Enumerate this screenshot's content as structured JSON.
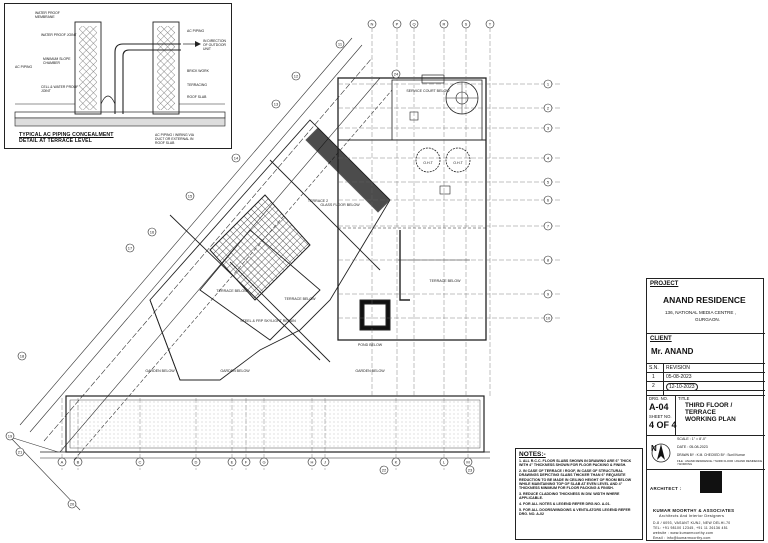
{
  "detail": {
    "title_line1": "TYPICAL AC PIPING CONCEALMENT",
    "title_line2": "DETAIL AT TERRACE LEVEL",
    "labels": [
      "WATER PROOF MEMBRANE",
      "WATER PROOF JOINT",
      "AC PIPING",
      "MINIMUM SLOPE CHAMBER",
      "CELL & WATER PROOF JOINT",
      "BRICK WORK",
      "TERRACING",
      "ROOF SLAB",
      "AC PIPING",
      "IN DIRECTION OF OUTDOOR UNIT",
      "AC PIPING / WIRING VIA DUCT OR EXTERNAL IN ROOF SLAB"
    ]
  },
  "plan": {
    "room_labels": [
      "SERVICE COURT BELOW",
      "O.H.T",
      "O.H.T",
      "TERRACE BELOW",
      "TERRACE BELOW",
      "TERRACE BELOW",
      "GARDEN BELOW",
      "GARDEN BELOW",
      "GARDEN BELOW",
      "POND BELOW",
      "TERRACE 2",
      "GLASS FLOOR BELOW",
      "STEEL & FRP SKYLIGHT RETAIN"
    ],
    "grid_markers": [
      "A",
      "B",
      "C",
      "D",
      "E",
      "F",
      "G",
      "H",
      "J",
      "K",
      "L",
      "M",
      "N",
      "P",
      "Q",
      "R",
      "S",
      "T",
      "1",
      "2",
      "3",
      "4",
      "5",
      "6",
      "7",
      "8",
      "9",
      "10",
      "11",
      "12",
      "13",
      "14",
      "15",
      "16",
      "17",
      "18",
      "19",
      "20",
      "21",
      "22",
      "23",
      "24"
    ]
  },
  "title_block": {
    "project_label": "PROJECT",
    "project_name": "ANAND RESIDENCE",
    "address_line1": "136, NATIONAL MEDIA CENTRE ,",
    "address_line2": "GURGAON.",
    "client_label": "CLIENT",
    "client_name": "Mr. ANAND",
    "sn_label": "S.N.",
    "revision_label": "REVISION",
    "rev1": "05-08-2023",
    "rev2": "12-10-2023",
    "dwg_no_label": "DRG. NO.",
    "title_label": "TITLE",
    "dwg_no": "A-04",
    "sheet_label": "SHEET NO.",
    "sheet_no": "4 OF 4",
    "title_line1": "THIRD FLOOR /",
    "title_line2": "TERRACE",
    "title_line3": "WORKING PLAN",
    "scale": "SCALE : 1\" = 8'-0\"",
    "date": "DATE : 05-08-2023",
    "drawn": "DRAWN BY : K.M.    CHECKED BY : Sunil Kumar",
    "file": "FILE : ANAND RESIDENCE / THIRD FLOOR / ANAND RESIDENCE / WORKING",
    "north": "N",
    "architect_label": "ARCHITECT :",
    "firm_name": "KUMAR MOORTHY & ASSOCIATES",
    "firm_tag": "Architects And Interior Designers",
    "firm_addr1": "D-8 / 6093, VASANT KUNJ, NEW DELHI-70",
    "firm_addr2": "TEL: +91 98100 12345, +91 11 26136 451",
    "firm_addr3": "website : www.kumarmoorthy.com",
    "firm_addr4": "Email : info@kumarmoorthy.com"
  },
  "notes": {
    "title": "NOTES:-",
    "items": [
      "1. ALL R.C.C. FLOOR SLABS SHOWN IN DRAWING ARE 6\" THICK WITH 4\" THICKNESS SHOWN FOR FLOOR PACKING & FINISH.",
      "2. IN CASE OF TERRACE / ROOF, IN CASE OF STRUCTURAL DRAWINGS DEPICTING SLABS THICKER THAN 6\" REQUISITE REDUCTION TO BE MADE IN CEILING HEIGHT OF ROOM BELOW WHILE MAINTAINING TOP OF SLAB AT EVEN LEVEL AND 4\" THICKNESS MINIMUM FOR FLOOR PACKING & FINISH.",
      "3. REDUCE CLADDING THICKNESS IN DW. WIDTH WHERE APPLICABLE.",
      "4. FOR ALL NOTES & LEGEND REFER DRG.NO. A-01.",
      "5. FOR ALL DOORS/WINDOWS & VENTILATORS LEGEND REFER DRG. NO. A-02"
    ]
  }
}
